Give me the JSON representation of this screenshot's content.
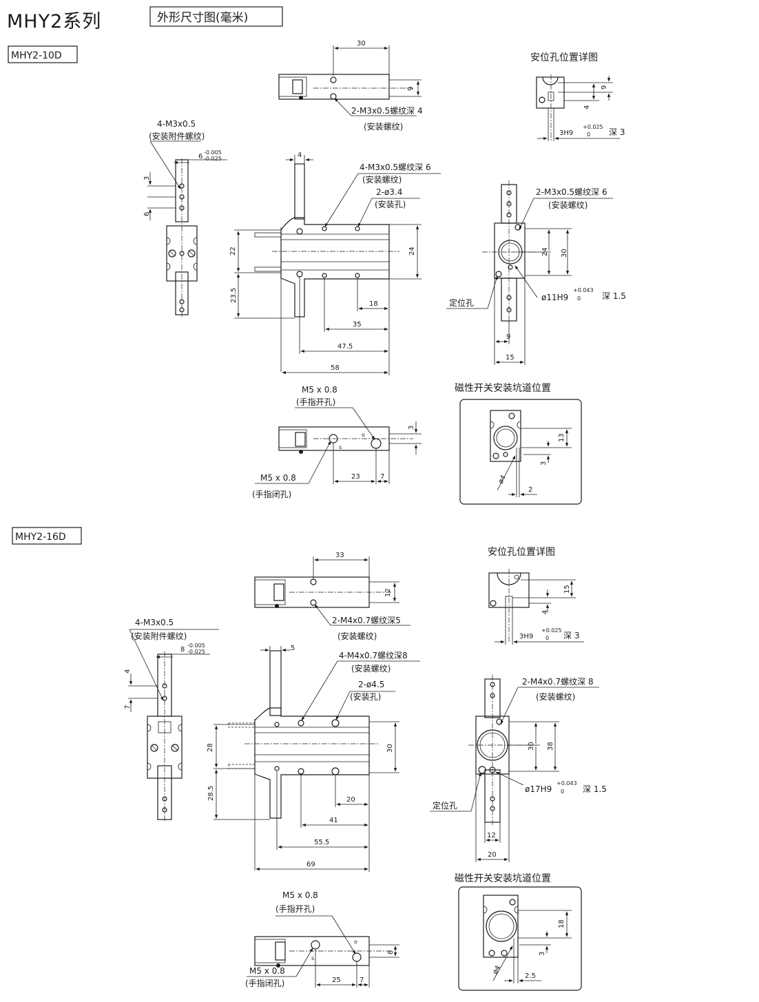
{
  "header": {
    "title": "MHY2系列",
    "subtitle": "外形尺寸图(毫米)"
  },
  "models": {
    "m10": "MHY2-10D",
    "m16": "MHY2-16D"
  },
  "m10": {
    "top_dims": {
      "d30": "30",
      "d9": "9"
    },
    "top_thread": "2-M3x0.5螺纹深 4",
    "top_thread_note": "(安装螺纹)",
    "finger_thread": "4-M3x0.5",
    "finger_thread_note": "(安装附件螺纹)",
    "finger_tol_base": "6",
    "finger_tol_upper": "-0.005",
    "finger_tol_lower": "-0.025",
    "finger_dims": {
      "d3": "3",
      "d6": "6"
    },
    "front_dims": {
      "d4": "4",
      "d22": "22",
      "d24": "24",
      "d23_5": "23.5",
      "d18": "18",
      "d35": "35",
      "d47_5": "47.5",
      "d58": "58"
    },
    "front_thread": "4-M3x0.5螺纹深 6",
    "front_thread_note": "(安装螺纹)",
    "front_hole": "2-ø3.4",
    "front_hole_note": "(安装孔)",
    "detail_title": "安位孔位置详图",
    "detail_dims": {
      "d9": "9",
      "d4": "4"
    },
    "detail_fit_base": "3H9",
    "detail_fit_upper": "+0.025",
    "detail_fit_lower": "0",
    "detail_fit_depth": "深 3",
    "side_thread": "2-M3x0.5螺纹深 6",
    "side_thread_note": "(安装螺纹)",
    "side_dims": {
      "d24": "24",
      "d30": "30",
      "d9": "9",
      "d15": "15"
    },
    "locating_hole": "定位孔",
    "side_fit_base": "ø11H9",
    "side_fit_upper": "+0.043",
    "side_fit_lower": "0",
    "side_fit_depth": "深 1.5",
    "port_open": "M5 x 0.8",
    "port_open_note": "(手指开孔)",
    "port_close": "M5 x 0.8",
    "port_close_note": "(手指闭孔)",
    "port_dims": {
      "d3": "3",
      "d23": "23",
      "d7": "7"
    },
    "switch_title": "磁性开关安装坑道位置",
    "switch_dims": {
      "d13": "13",
      "d3": "3",
      "d4": "ø4",
      "d2": "2"
    }
  },
  "m16": {
    "top_dims": {
      "d33": "33",
      "d12": "12"
    },
    "top_thread": "2-M4x0.7螺纹深5",
    "top_thread_note": "(安装螺纹)",
    "finger_thread": "4-M3x0.5",
    "finger_thread_note": "(安装附件螺纹)",
    "finger_tol_base": "8",
    "finger_tol_upper": "-0.005",
    "finger_tol_lower": "-0.025",
    "finger_dims": {
      "d4": "4",
      "d7": "7"
    },
    "front_dims": {
      "d5": "5",
      "d28": "28",
      "d30": "30",
      "d28_5": "28.5",
      "d20": "20",
      "d41": "41",
      "d55_5": "55.5",
      "d69": "69"
    },
    "front_thread": "4-M4x0.7螺纹深8",
    "front_thread_note": "(安装螺纹)",
    "front_hole": "2-ø4.5",
    "front_hole_note": "(安装孔)",
    "detail_title": "安位孔位置详图",
    "detail_dims": {
      "d15": "15",
      "d4": "4"
    },
    "detail_fit_base": "3H9",
    "detail_fit_upper": "+0.025",
    "detail_fit_lower": "0",
    "detail_fit_depth": "深 3",
    "side_thread": "2-M4x0.7螺纹深 8",
    "side_thread_note": "(安装螺纹)",
    "side_dims": {
      "d30": "30",
      "d38": "38",
      "d12": "12",
      "d20": "20"
    },
    "locating_hole": "定位孔",
    "side_fit_base": "ø17H9",
    "side_fit_upper": "+0.043",
    "side_fit_lower": "0",
    "side_fit_depth": "深 1.5",
    "port_open": "M5 x 0.8",
    "port_open_note": "(手指开孔)",
    "port_close": "M5 x 0.8",
    "port_close_note": "(手指闭孔)",
    "port_dims": {
      "d8": "8",
      "d25": "25",
      "d7": "7"
    },
    "switch_title": "磁性开关安装坑道位置",
    "switch_dims": {
      "d18": "18",
      "d3": "3",
      "d4": "ø4",
      "d2_5": "2.5"
    }
  }
}
